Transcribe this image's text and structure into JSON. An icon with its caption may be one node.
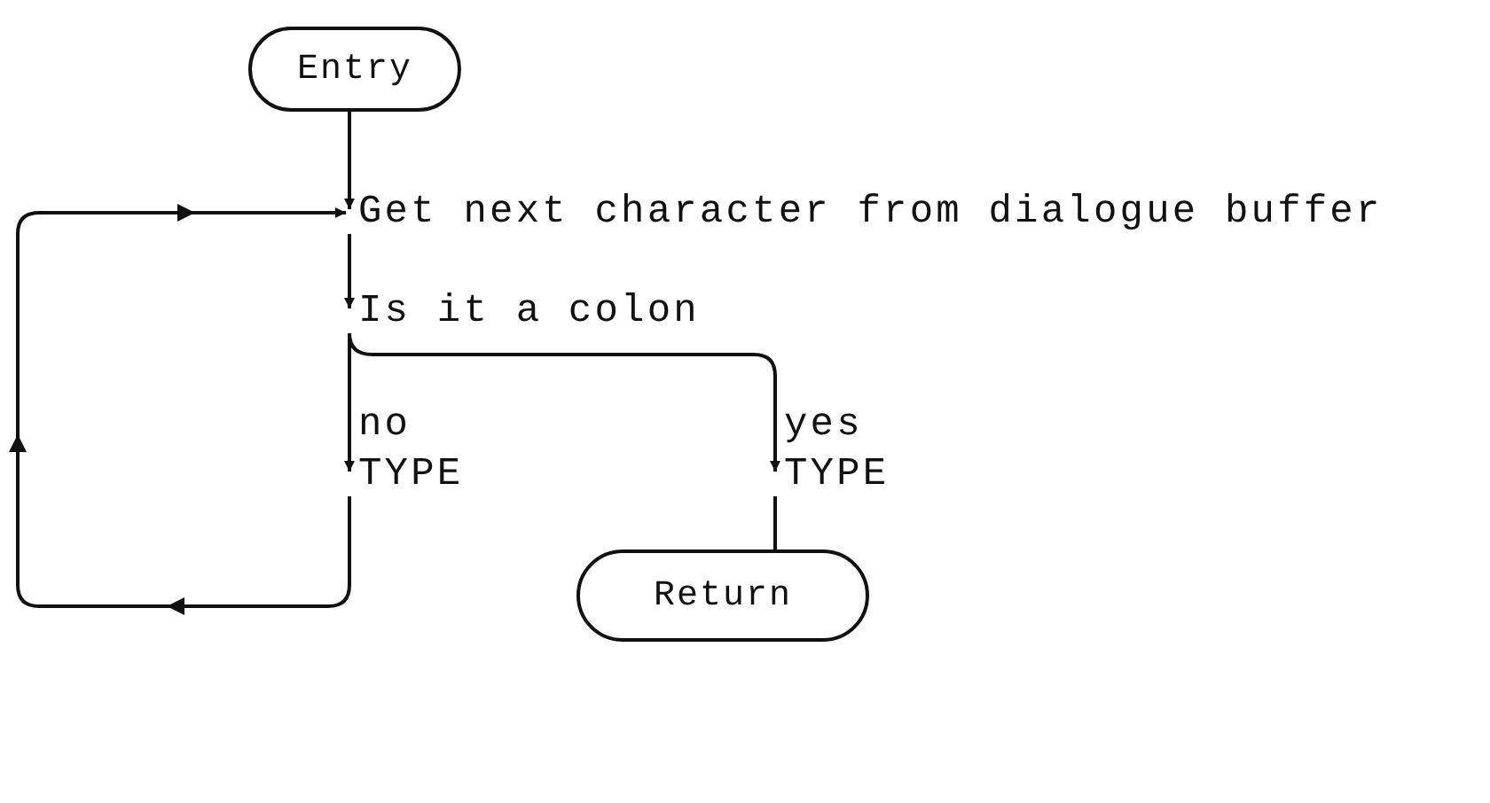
{
  "diagram": {
    "nodes": [
      {
        "text": [
          "Entry"
        ]
      },
      {
        "text": [
          "Get next character from dialogue buffer"
        ]
      },
      {
        "text": [
          "Is it a colon"
        ]
      },
      {
        "text": [
          "TYPE"
        ]
      },
      {
        "text": [
          "TYPE"
        ]
      },
      {
        "text": [
          "Return"
        ]
      }
    ],
    "edges": [
      {
        "from": 0,
        "to": 1,
        "arrow": "to"
      },
      {
        "from": 1,
        "to": 2,
        "arrow": "to"
      },
      {
        "from": 2,
        "to": 3,
        "arrow": "to",
        "label": "no"
      },
      {
        "from": 2,
        "to": 4,
        "arrow": "to",
        "label": "yes"
      },
      {
        "from": 4,
        "to": 5,
        "arrow": "none"
      },
      {
        "from": 3,
        "to": 1,
        "arrow": "to"
      }
    ]
  }
}
